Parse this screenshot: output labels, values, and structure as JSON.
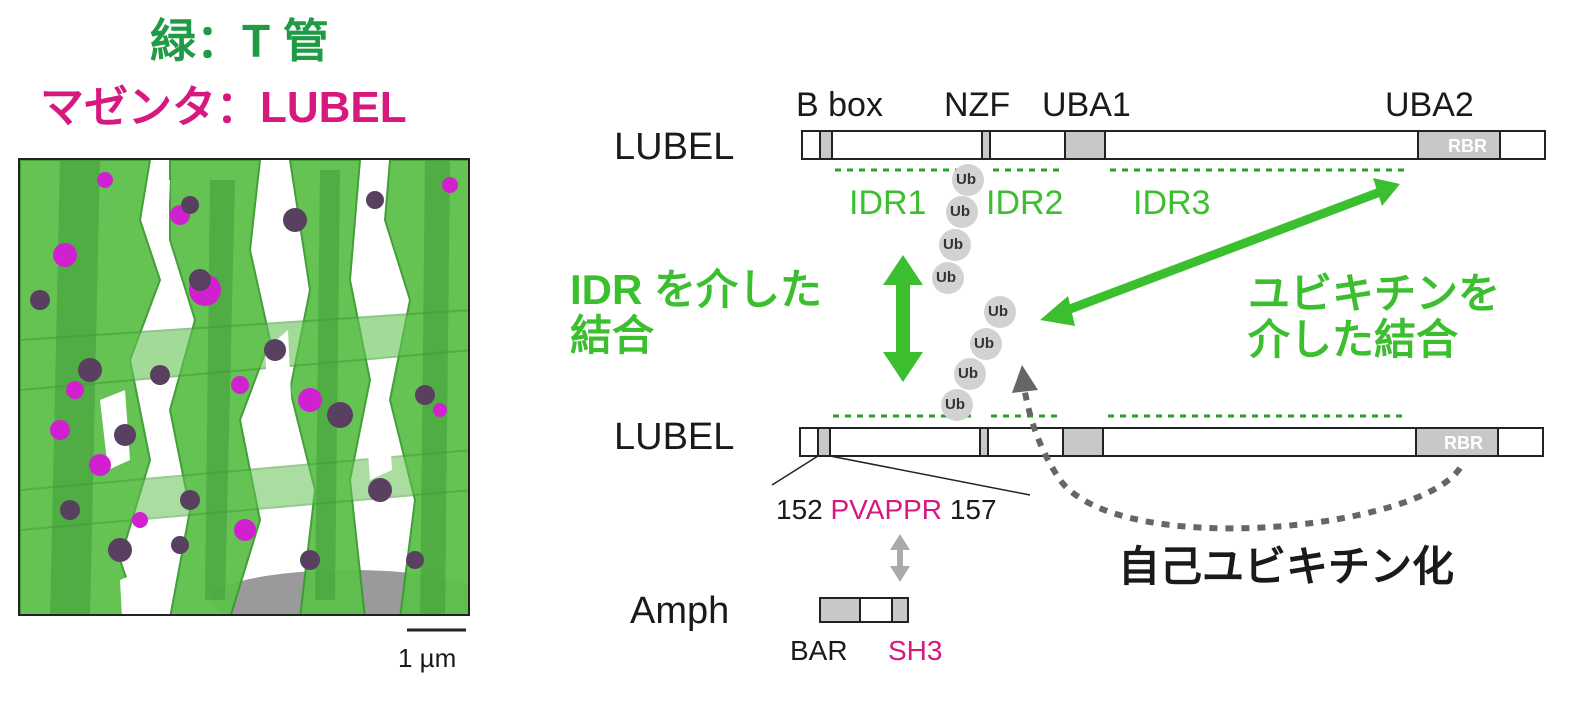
{
  "legend": {
    "line1": "緑：T 管",
    "line2": "マゼンタ：LUBEL"
  },
  "scale_bar": {
    "label": "1 µm"
  },
  "domains": {
    "bbox": "B box",
    "nzf": "NZF",
    "uba1": "UBA1",
    "uba2": "UBA2",
    "rbr": "RBR"
  },
  "proteins": {
    "lubel_top": "LUBEL",
    "lubel_bottom": "LUBEL",
    "amph": "Amph"
  },
  "idr": {
    "idr1": "IDR1",
    "idr2": "IDR2",
    "idr3": "IDR3"
  },
  "ubiquitin_label": "Ub",
  "annotations": {
    "idr_binding_line1": "IDR を介した",
    "idr_binding_line2": "結合",
    "ub_binding_line1": "ユビキチンを",
    "ub_binding_line2": "介した結合",
    "auto_ub": "自己ユビキチン化"
  },
  "motif": {
    "start": "152",
    "sequence": "PVAPPR",
    "end": "157"
  },
  "amph_domains": {
    "bar": "BAR",
    "sh3": "SH3"
  },
  "colors": {
    "green_label": "#1f9a45",
    "bright_green": "#3cbf2f",
    "magenta": "#d6187f",
    "domain_gray": "#c8c8c8",
    "arrow_gray": "#666666"
  }
}
